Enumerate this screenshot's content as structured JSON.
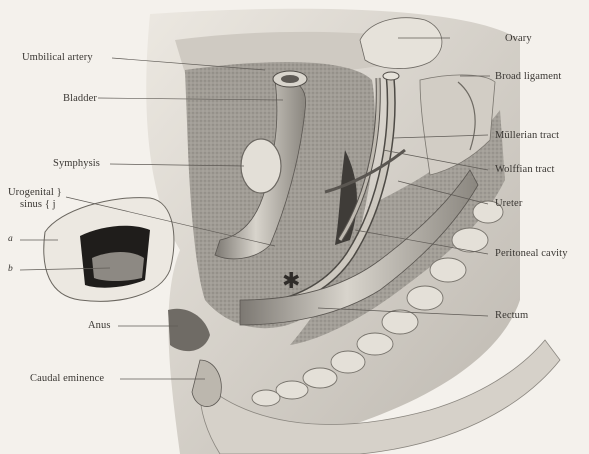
{
  "labels": {
    "umbilical_artery": "Umbilical artery",
    "bladder": "Bladder",
    "symphysis": "Symphysis",
    "urogenital_sinus_line1": "Urogenital }",
    "urogenital_sinus_line2": "sinus { j",
    "a": "a",
    "b": "b",
    "anus": "Anus",
    "caudal_eminence": "Caudal eminence",
    "ovary": "Ovary",
    "broad_ligament": "Broad ligament",
    "mullerian_tract": "Müllerian tract",
    "wolffian_tract": "Wolffian tract",
    "ureter": "Ureter",
    "peritoneal_cavity": "Peritoneal cavity",
    "rectum": "Rectum"
  }
}
